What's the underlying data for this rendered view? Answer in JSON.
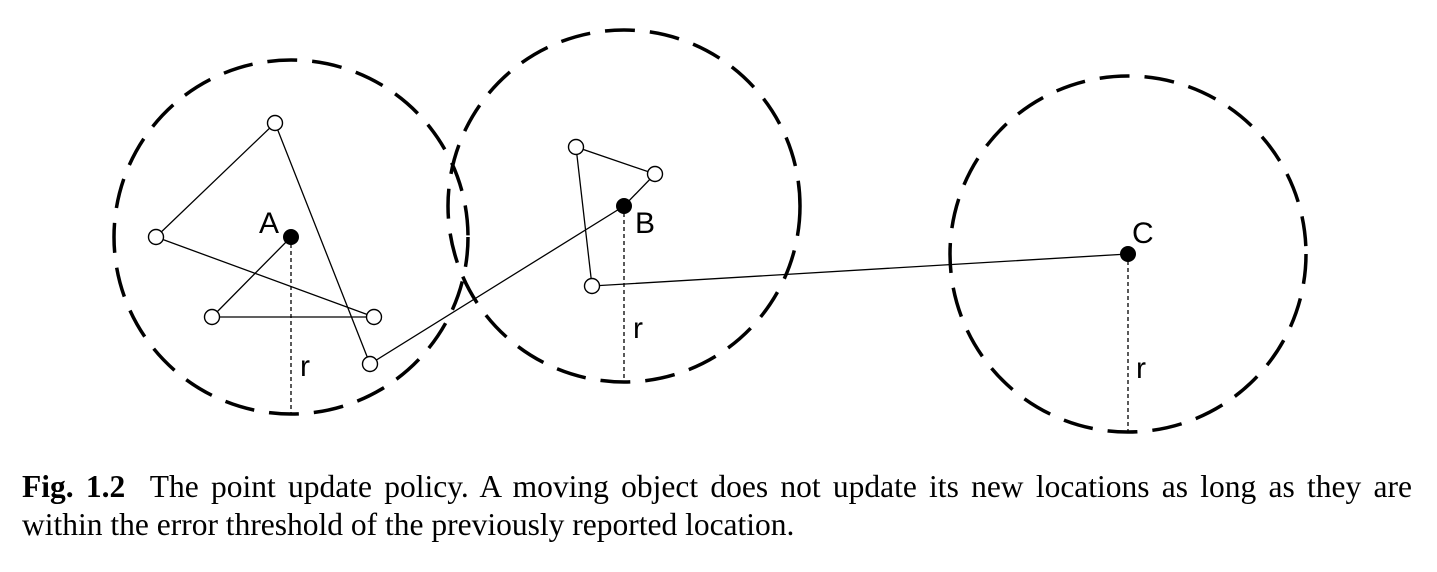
{
  "diagram": {
    "points": [
      {
        "label": "A"
      },
      {
        "label": "B"
      },
      {
        "label": "C"
      }
    ],
    "radius_label": "r"
  },
  "caption": {
    "figure_label": "Fig. 1.2",
    "text": "The point update policy. A moving object does not update its new locations as long as they are within the error threshold of the previously reported location."
  }
}
